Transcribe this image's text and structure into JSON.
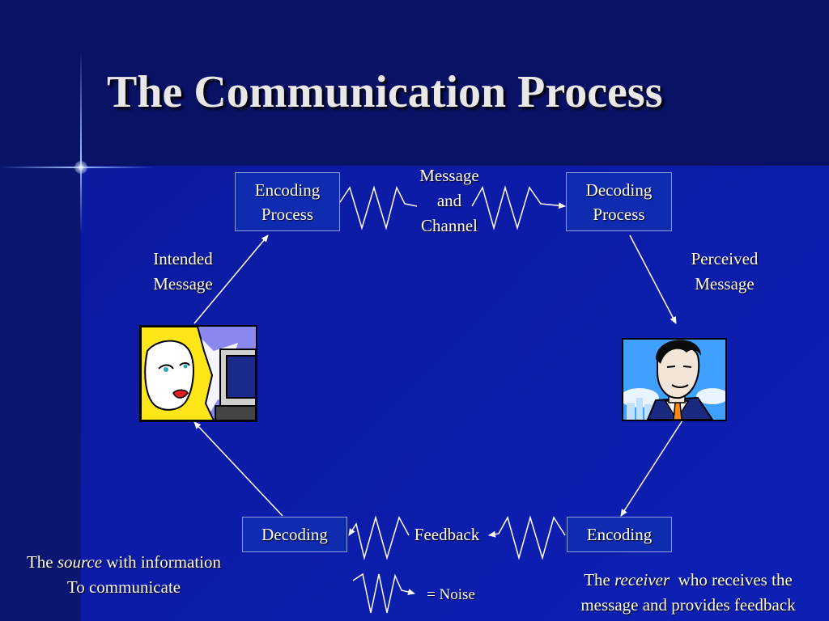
{
  "title": "The Communication Process",
  "boxes": {
    "encoding_process": [
      "Encoding",
      "Process"
    ],
    "decoding_process": [
      "Decoding",
      "Process"
    ],
    "decoding": "Decoding",
    "encoding": "Encoding"
  },
  "labels": {
    "message_channel": [
      "Message",
      "and",
      "Channel"
    ],
    "intended_message": [
      "Intended",
      "Message"
    ],
    "perceived_message": [
      "Perceived",
      "Message"
    ],
    "feedback": "Feedback",
    "noise": "= Noise"
  },
  "source_caption": {
    "prefix": "The",
    "italic": "source",
    "suffix": "with information",
    "line2": "To communicate"
  },
  "receiver_caption": {
    "prefix": "The",
    "italic": "receiver",
    "suffix": "who receives the",
    "line2": "message and provides feedback"
  },
  "icons": {
    "source": "woman-at-computer-icon",
    "receiver": "man-portrait-icon",
    "noise": "zigzag-noise-icon"
  }
}
